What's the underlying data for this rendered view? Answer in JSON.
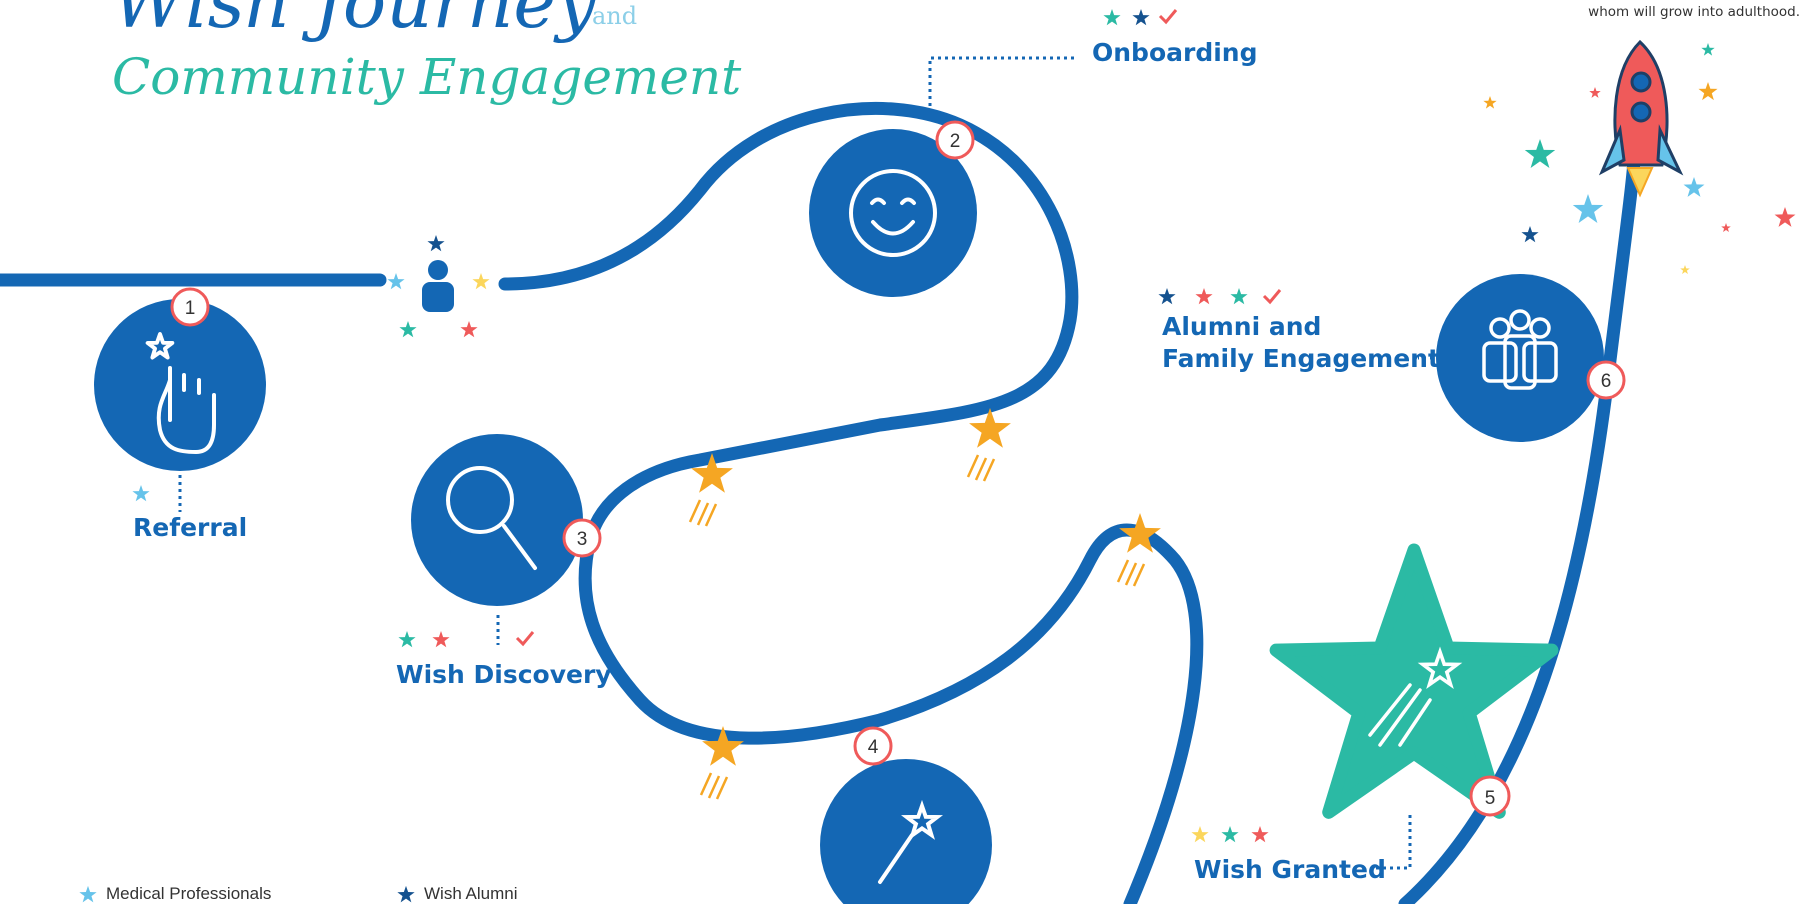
{
  "title": {
    "line1": "Wish Journey",
    "and": "and",
    "line2": "Community Engagement"
  },
  "note": "whom will grow into adulthood.",
  "steps": [
    {
      "number": "1",
      "label": "Referral"
    },
    {
      "number": "2",
      "label": "Onboarding"
    },
    {
      "number": "3",
      "label": "Wish Discovery"
    },
    {
      "number": "4",
      "label": ""
    },
    {
      "number": "5",
      "label": "Wish Granted"
    },
    {
      "number": "6",
      "label_line1": "Alumni and",
      "label_line2": "Family Engagement"
    }
  ],
  "legend": [
    {
      "label": "Medical Professionals",
      "color": "#66c3ea"
    },
    {
      "label": "Wish Alumni",
      "color": "#15528f"
    }
  ],
  "colors": {
    "path": "#1467b4",
    "teal": "#2bbaa4",
    "orange": "#f5a623",
    "coral": "#ef5a5a",
    "yellow": "#fbd65c",
    "light_blue": "#66c3ea",
    "navy": "#15528f"
  }
}
